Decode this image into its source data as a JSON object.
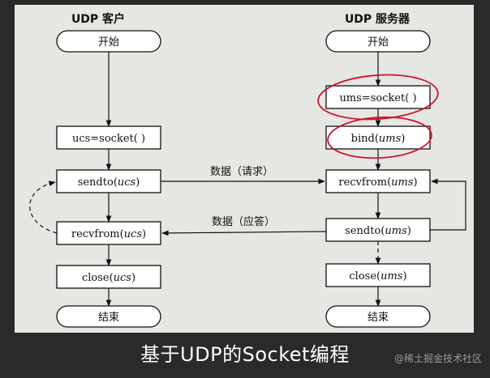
{
  "client": {
    "header": "UDP 客户",
    "start": "开始",
    "socket": "ucs=socket( )",
    "sendto_fn": "sendto",
    "sendto_arg": "ucs",
    "recvfrom_fn": "recvfrom",
    "recvfrom_arg": "ucs",
    "close_fn": "close",
    "close_arg": "ucs",
    "end": "结束"
  },
  "server": {
    "header": "UDP 服务器",
    "start": "开始",
    "socket": "ums=socket( )",
    "bind_fn": "bind",
    "bind_arg": "ums",
    "recvfrom_fn": "recvfrom",
    "recvfrom_arg": "ums",
    "sendto_fn": "sendto",
    "sendto_arg": "ums",
    "close_fn": "close",
    "close_arg": "ums",
    "end": "结束"
  },
  "messages": {
    "request": "数据（请求）",
    "response": "数据（应答）"
  },
  "caption": "基于UDP的Socket编程",
  "watermark": "@稀土掘金技术社区",
  "colors": {
    "highlight_circle": "#d0142c",
    "slide_background": "#e6e6e2"
  }
}
